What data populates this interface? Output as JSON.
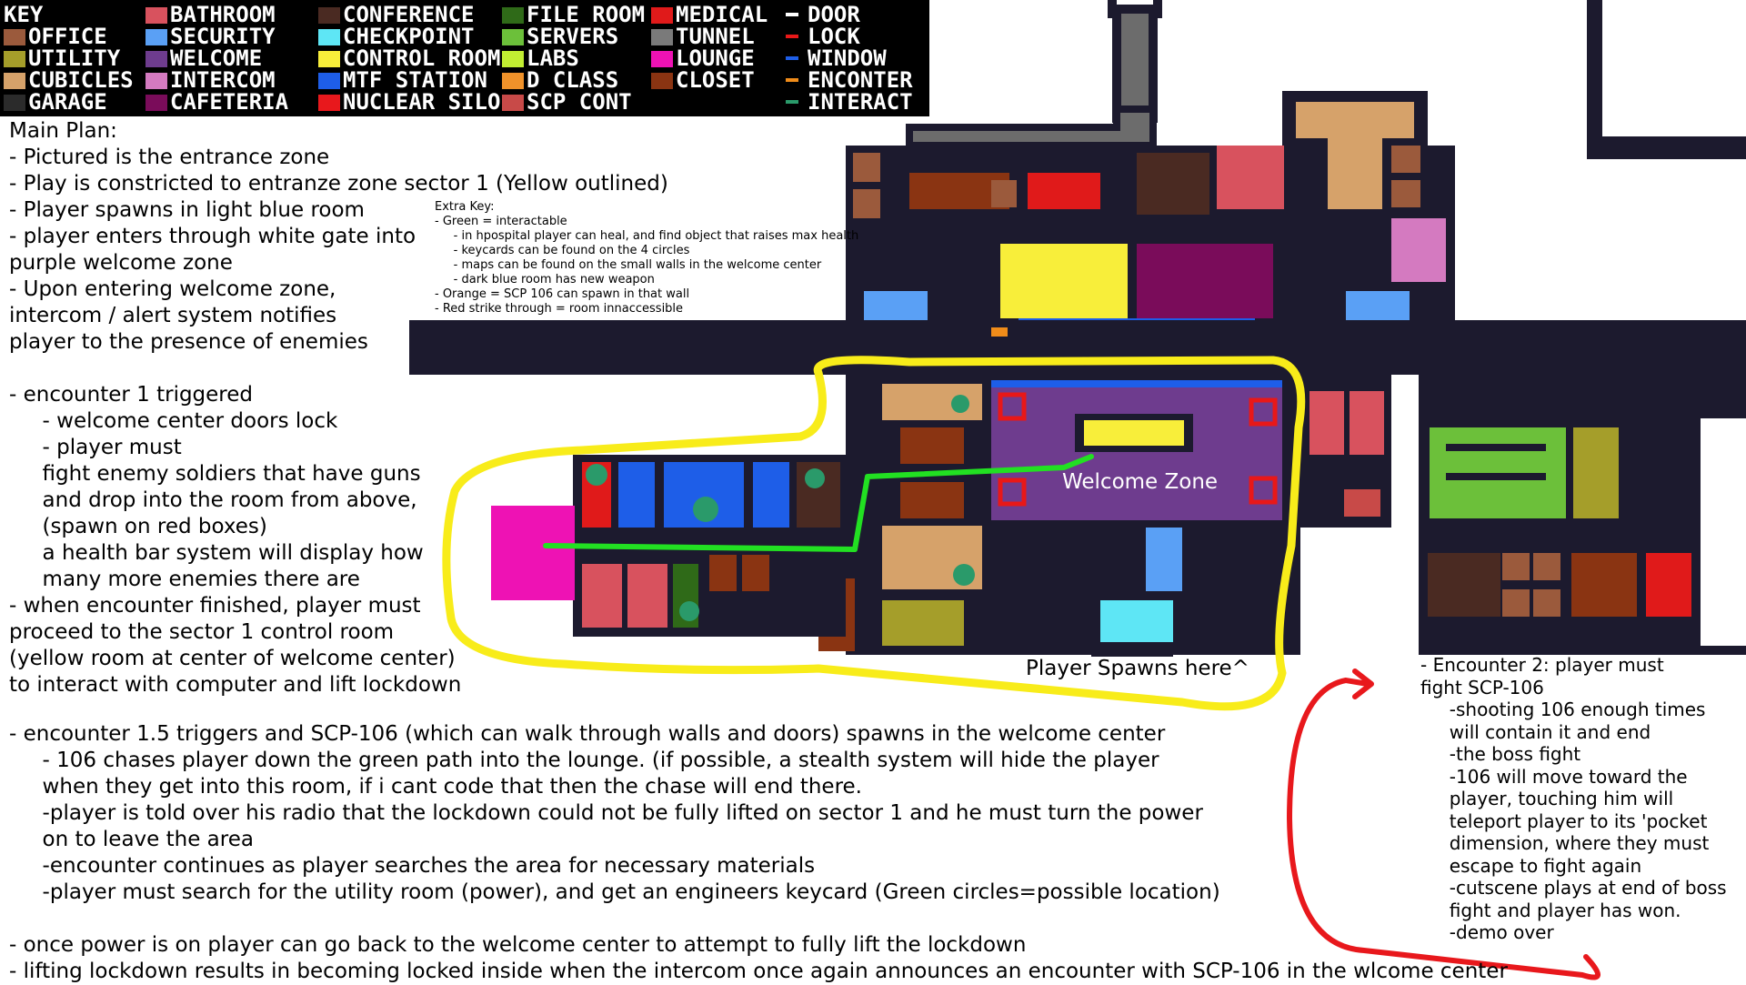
{
  "key": {
    "title": "KEY",
    "items": [
      {
        "label": "OFFICE",
        "color": "#9b5a3c",
        "kind": "swatch"
      },
      {
        "label": "UTILITY",
        "color": "#a59e2a",
        "kind": "swatch"
      },
      {
        "label": "CUBICLES",
        "color": "#d6a26a",
        "kind": "swatch"
      },
      {
        "label": "GARAGE",
        "color": "#2b2b2b",
        "kind": "swatch"
      },
      {
        "label": "BATHROOM",
        "color": "#d8525e",
        "kind": "swatch"
      },
      {
        "label": "SECURITY",
        "color": "#5aa0f5",
        "kind": "swatch"
      },
      {
        "label": "WELCOME",
        "color": "#6e3c8e",
        "kind": "swatch"
      },
      {
        "label": "INTERCOM",
        "color": "#d47ac0",
        "kind": "swatch"
      },
      {
        "label": "CAFETERIA",
        "color": "#7a0c5a",
        "kind": "swatch"
      },
      {
        "label": "CONFERENCE",
        "color": "#4a2a22",
        "kind": "swatch"
      },
      {
        "label": "CHECKPOINT",
        "color": "#5ee6f5",
        "kind": "swatch"
      },
      {
        "label": "CONTROL ROOM",
        "color": "#f8ee3a",
        "kind": "swatch"
      },
      {
        "label": "MTF STATION",
        "color": "#1e5ee8",
        "kind": "swatch"
      },
      {
        "label": "NUCLEAR SILO",
        "color": "#e8181c",
        "kind": "swatch"
      },
      {
        "label": "FILE ROOM",
        "color": "#2f6a18",
        "kind": "swatch"
      },
      {
        "label": "SERVERS",
        "color": "#6cc03a",
        "kind": "swatch"
      },
      {
        "label": "LABS",
        "color": "#c2ee32",
        "kind": "swatch"
      },
      {
        "label": "D CLASS",
        "color": "#f0922a",
        "kind": "swatch"
      },
      {
        "label": "SCP CONT",
        "color": "#c84a48",
        "kind": "swatch"
      },
      {
        "label": "MEDICAL",
        "color": "#e01a1a",
        "kind": "swatch"
      },
      {
        "label": "TUNNEL",
        "color": "#7a7a7a",
        "kind": "swatch"
      },
      {
        "label": "LOUNGE",
        "color": "#ee12b4",
        "kind": "swatch"
      },
      {
        "label": "CLOSET",
        "color": "#8a3412",
        "kind": "swatch"
      },
      {
        "label": "DOOR",
        "color": "#ffffff",
        "kind": "line"
      },
      {
        "label": "LOCK",
        "color": "#e81818",
        "kind": "line"
      },
      {
        "label": "WINDOW",
        "color": "#1e5ee8",
        "kind": "line"
      },
      {
        "label": "ENCONTER",
        "color": "#f08c1a",
        "kind": "line"
      },
      {
        "label": "INTERACT",
        "color": "#2a9a6a",
        "kind": "line"
      }
    ]
  },
  "main_plan": {
    "lines": [
      "Main Plan:",
      "- Pictured is the entrance zone",
      "- Play is constricted to entranze zone sector 1 (Yellow outlined)",
      "- Player spawns in light blue room",
      "- player enters through white gate into",
      "purple welcome zone",
      "- Upon entering welcome zone,",
      "intercom / alert system notifies",
      "player to the presence of enemies",
      "",
      "- encounter 1 triggered",
      "     - welcome center doors lock",
      "     - player must",
      "     fight enemy soldiers that have guns",
      "     and drop into the room from above,",
      "     (spawn on red boxes)",
      "     a health bar system will display how",
      "     many more enemies there are",
      "- when encounter finished, player must",
      "proceed to the sector 1 control room",
      "(yellow room at center of welcome center)",
      "to interact with computer and lift lockdown"
    ]
  },
  "extra_key": {
    "lines": [
      "Extra Key:",
      "- Green = interactable",
      "     - in hpospital player can heal, and find object that raises max health",
      "     - keycards can be found on the 4 circles",
      "     - maps can be found on the small walls in the welcome center",
      "     - dark blue room has new weapon",
      "- Orange = SCP 106 can spawn in that wall",
      "- Red strike through = room innaccessible"
    ]
  },
  "bottom_plan": {
    "lines": [
      "- encounter 1.5 triggers and SCP-106 (which can walk through walls and doors) spawns in the welcome center",
      "     - 106 chases player down the green path into the lounge. (if possible, a stealth system will hide the player",
      "     when they get into this room, if i cant code that then the chase will end there.",
      "     -player is told over his radio that the lockdown could not be fully lifted on sector 1 and he must turn the power",
      "     on to leave the area",
      "     -encounter continues as player searches the area for necessary materials",
      "     -player must search for the utility room (power), and get an engineers keycard (Green circles=possible location)",
      "",
      "- once power is on player can go back to the welcome center to attempt to fully lift the lockdown",
      "- lifting lockdown results in becoming locked inside when the intercom once again announces an encounter with SCP-106 in the wlcome center"
    ]
  },
  "encounter2": {
    "lines": [
      "- Encounter 2: player must",
      "fight SCP-106",
      "     -shooting 106 enough times",
      "     will contain it and end",
      "     -the boss fight",
      "     -106 will move toward the",
      "     player, touching him will",
      "     teleport player to its 'pocket",
      "     dimension, where they must",
      "     escape to fight again",
      "     -cutscene plays at end of boss",
      "     fight and player has won.",
      "     -demo over"
    ]
  },
  "map_labels": {
    "welcome_zone": "Welcome Zone",
    "player_spawn": "Player Spawns here^"
  },
  "colors": {
    "wall": "#1c1a2e",
    "outline": "#f8ec1a",
    "path": "#22e022",
    "arrow": "#e8181c"
  }
}
